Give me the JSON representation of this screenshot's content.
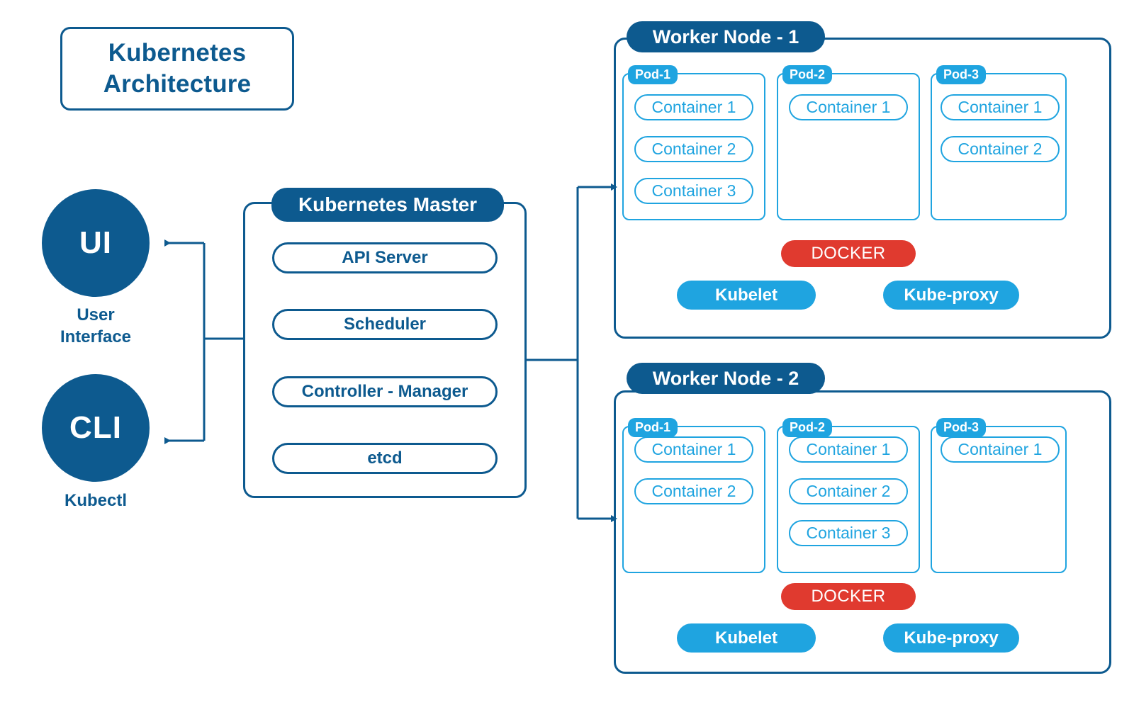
{
  "diagram": {
    "title": "Kubernetes\nArchitecture",
    "title_line1": "Kubernetes",
    "title_line2": "Architecture"
  },
  "colors": {
    "dark_blue": "#0d5a8f",
    "light_blue": "#1fa4e0",
    "docker_red": "#e03a2f",
    "white": "#ffffff",
    "background": "#ffffff"
  },
  "clients": [
    {
      "abbr": "UI",
      "caption_line1": "User",
      "caption_line2": "Interface"
    },
    {
      "abbr": "CLI",
      "caption_line1": "Kubectl",
      "caption_line2": ""
    }
  ],
  "master": {
    "header": "Kubernetes Master",
    "components": [
      "API Server",
      "Scheduler",
      "Controller - Manager",
      "etcd"
    ]
  },
  "workers": [
    {
      "header": "Worker Node - 1",
      "pods": [
        {
          "label": "Pod-1",
          "containers": [
            "Container 1",
            "Container 2",
            "Container 3"
          ]
        },
        {
          "label": "Pod-2",
          "containers": [
            "Container 1"
          ]
        },
        {
          "label": "Pod-3",
          "containers": [
            "Container 1",
            "Container 2"
          ]
        }
      ],
      "runtime": "DOCKER",
      "agents": [
        "Kubelet",
        "Kube-proxy"
      ]
    },
    {
      "header": "Worker Node - 2",
      "pods": [
        {
          "label": "Pod-1",
          "containers": [
            "Container 1",
            "Container 2"
          ]
        },
        {
          "label": "Pod-2",
          "containers": [
            "Container 1",
            "Container 2",
            "Container 3"
          ]
        },
        {
          "label": "Pod-3",
          "containers": [
            "Container 1"
          ]
        }
      ],
      "runtime": "DOCKER",
      "agents": [
        "Kubelet",
        "Kube-proxy"
      ]
    }
  ]
}
